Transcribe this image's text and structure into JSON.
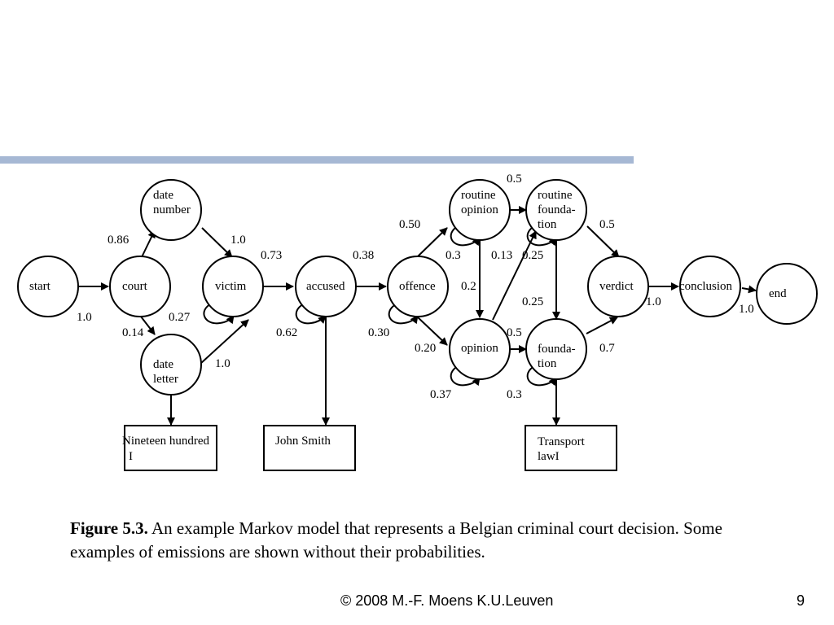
{
  "theme": {
    "rule_color": "#a6b8d4",
    "ink": "#000000"
  },
  "nodes": {
    "start": {
      "label": "start"
    },
    "court": {
      "label": "court"
    },
    "date_number": {
      "line1": "date",
      "line2": "number"
    },
    "victim": {
      "label": "victim"
    },
    "date_letter": {
      "line1": "date",
      "line2": "letter"
    },
    "accused": {
      "label": "accused"
    },
    "offence": {
      "label": "offence"
    },
    "routine_opinion": {
      "line1": "routine",
      "line2": "opinion"
    },
    "opinion": {
      "label": "opinion"
    },
    "routine_foundation": {
      "line1": "routine",
      "line2": "founda-",
      "line3": "tion"
    },
    "foundation": {
      "line1": "founda-",
      "line2": "tion"
    },
    "verdict": {
      "label": "verdict"
    },
    "conclusion": {
      "label": "conclusion"
    },
    "end": {
      "label": "end"
    }
  },
  "emissions": {
    "nineteen": {
      "line1": "Nineteen hundred",
      "line2": "I"
    },
    "john": {
      "line1": "John Smith"
    },
    "transport": {
      "line1": "Transport",
      "line2": "lawI"
    }
  },
  "probabilities": {
    "start_court": "1.0",
    "court_datenumber": "0.86",
    "datenumber_victim": "1.0",
    "court_dateletter": "0.14",
    "victim_self": "0.27",
    "dateletter_victim": "1.0",
    "victim_accused": "0.73",
    "accused_self": "0.62",
    "accused_offence": "0.38",
    "offence_self": "0.30",
    "offence_routineopinion": "0.50",
    "offence_opinion": "0.20",
    "routineopinion_self": "0.3",
    "routineopinion_opinion": "0.2",
    "routineopinion_routinefoundation": "0.5",
    "opinion_routinefoundation": "0.13",
    "routinefoundation_self": "0.25",
    "routinefoundation_foundation": "0.25",
    "routinefoundation_verdict": "0.5",
    "opinion_foundation": "0.5",
    "opinion_self": "0.37",
    "foundation_self": "0.3",
    "foundation_verdict": "0.7",
    "verdict_conclusion": "1.0",
    "conclusion_end": "1.0"
  },
  "caption": {
    "label": "Figure 5.3.",
    "text": " An example Markov model that represents a Belgian criminal court decision. Some examples of emissions are shown without their probabilities."
  },
  "footer": {
    "copyright": "© 2008 M.-F. Moens  K.U.Leuven",
    "page_number": "9"
  }
}
